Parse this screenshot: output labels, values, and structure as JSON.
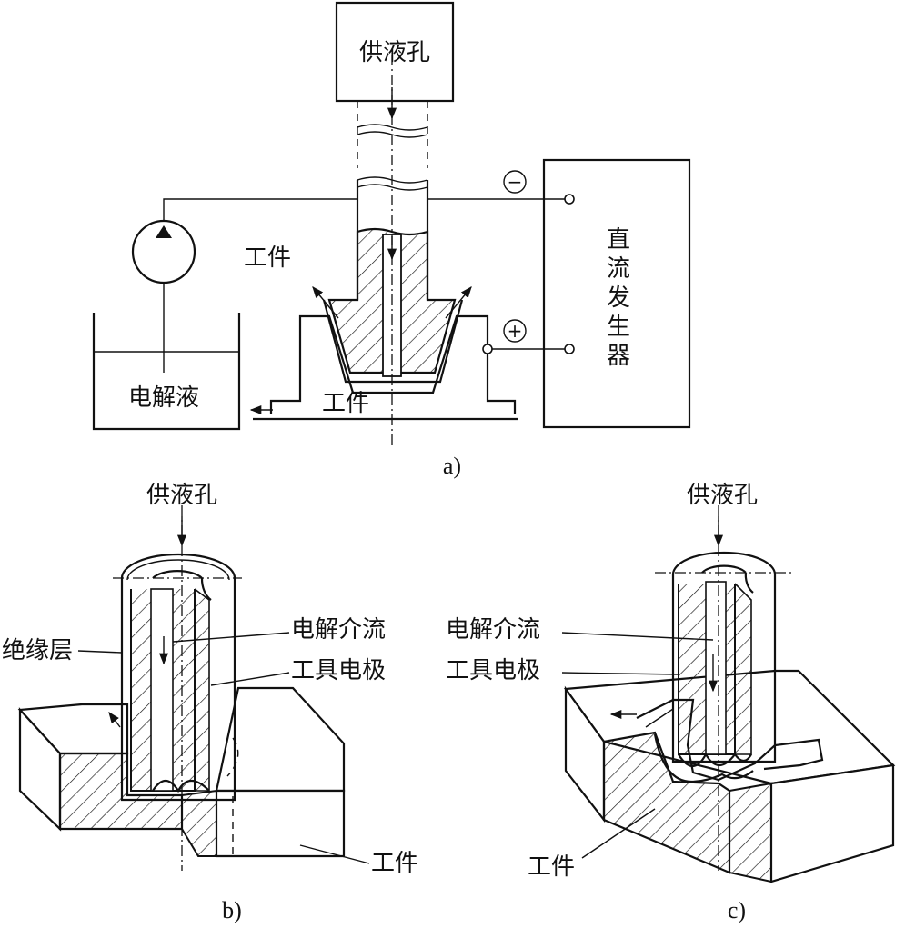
{
  "diagram_a": {
    "supply_hole": "供液孔",
    "workpiece_top": "工件",
    "workpiece_bottom": "工件",
    "electrolyte": "电解液",
    "dc_generator": [
      "直",
      "流",
      "发",
      "生",
      "器"
    ],
    "negative": "−",
    "positive": "+",
    "caption": "a)"
  },
  "diagram_b": {
    "supply_hole": "供液孔",
    "insulation": "绝缘层",
    "electrolyte_flow": "电解介流",
    "tool_electrode": "工具电极",
    "workpiece": "工件",
    "caption": "b)"
  },
  "diagram_c": {
    "supply_hole": "供液孔",
    "electrolyte_flow": "电解介流",
    "tool_electrode": "工具电极",
    "workpiece": "工件",
    "caption": "c)"
  }
}
